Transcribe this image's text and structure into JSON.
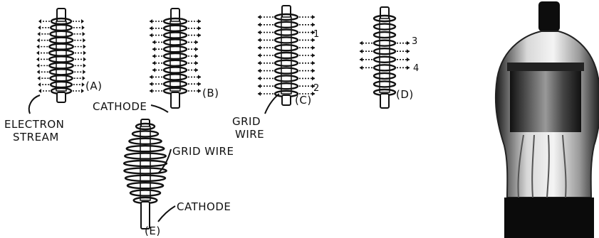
{
  "labels": {
    "a": "(A)",
    "b": "(B)",
    "c": "(C)",
    "d": "(D)",
    "e": "(E)",
    "electron_stream_line1": "ELECTRON",
    "electron_stream_line2": "STREAM",
    "cathode_b": "CATHODE",
    "grid_wire_c_line1": "GRID",
    "grid_wire_c_line2": "WIRE",
    "grid_wire_e": "GRID WIRE",
    "cathode_e": "CATHODE",
    "c_mark_1": "1",
    "c_mark_2": "2",
    "d_mark_3": "3",
    "d_mark_4": "4"
  },
  "colors": {
    "ink": "#111111",
    "background": "#ffffff"
  }
}
